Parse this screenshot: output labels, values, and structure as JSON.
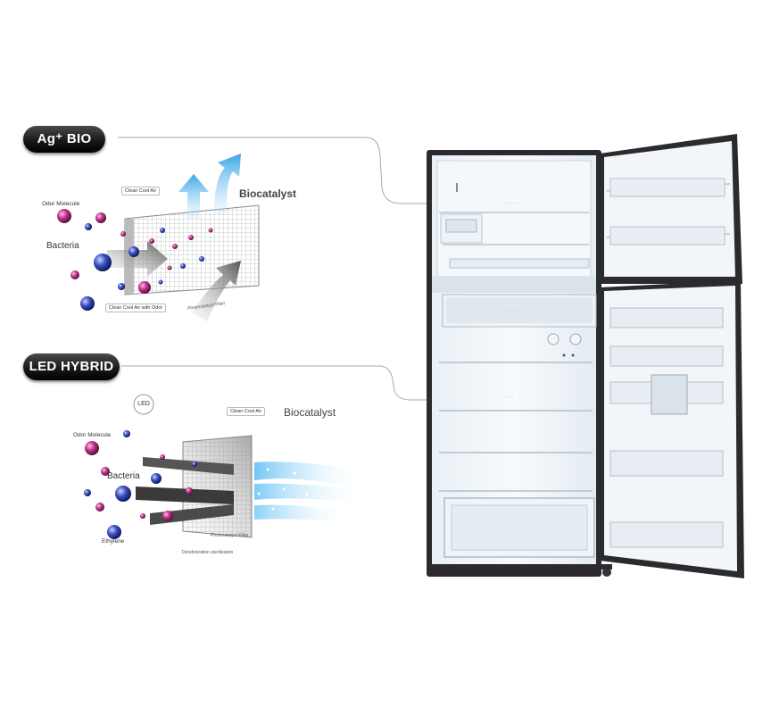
{
  "badges": {
    "ag_bio": "Ag⁺ BIO",
    "led_hybrid": "LED HYBRID"
  },
  "ag_section": {
    "biocatalyst": "Biocatalyst",
    "odor_molecule": "Odor Molecule",
    "bacteria": "Bacteria",
    "clean_cool_air": "Clean Cool Air",
    "clean_air_with_odor": "Clean Cool Air with Odor",
    "photocatalyst_filter": "Photocatalyst Filter"
  },
  "led_section": {
    "led": "LED",
    "clean_cool_air": "Clean Cool Air",
    "biocatalyst": "Biocatalyst",
    "odor_molecule": "Odor Molecule",
    "bacteria": "Bacteria",
    "ethylene": "Ethylene",
    "photocatalyst_filter": "Photocatalyst Filter",
    "deodorization": "Deodorization sterilization"
  },
  "colors": {
    "badge": "#111111",
    "molecule": "#c0328a",
    "bacteria": "#3a4fc4",
    "airflow": "#56b8ee"
  }
}
